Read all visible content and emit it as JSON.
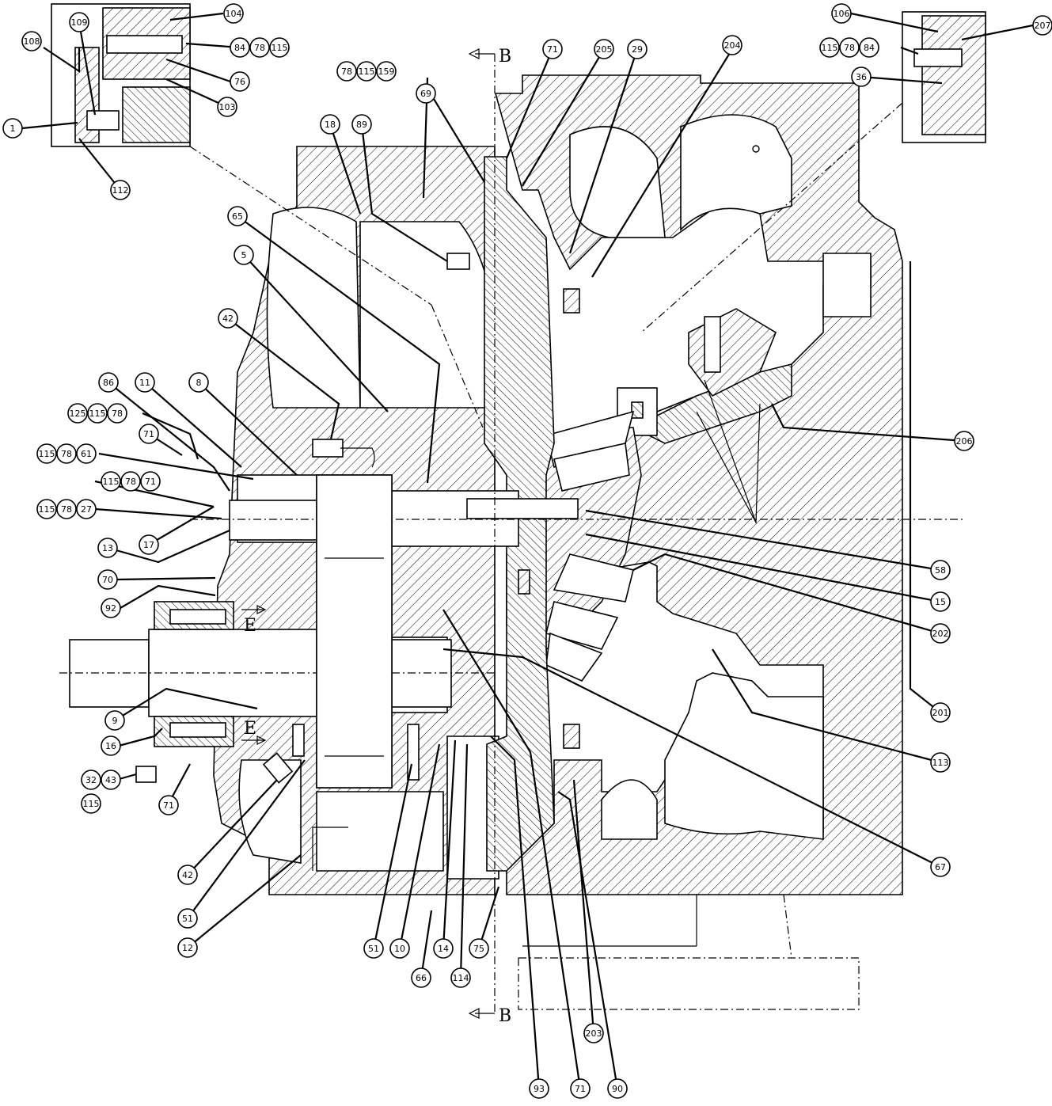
{
  "section_marks": {
    "top": "B",
    "bottom": "B",
    "upper_e": "E",
    "lower_e": "E"
  },
  "callouts": [
    {
      "id": "c1",
      "labels": [
        "1"
      ]
    },
    {
      "id": "c109",
      "labels": [
        "109"
      ]
    },
    {
      "id": "c108",
      "labels": [
        "108"
      ]
    },
    {
      "id": "c112",
      "labels": [
        "112"
      ]
    },
    {
      "id": "c104",
      "labels": [
        "104"
      ]
    },
    {
      "id": "c84a",
      "labels": [
        "84",
        "78",
        "115"
      ]
    },
    {
      "id": "c76",
      "labels": [
        "76"
      ]
    },
    {
      "id": "c103",
      "labels": [
        "103"
      ]
    },
    {
      "id": "c159",
      "labels": [
        "78",
        "115",
        "159"
      ]
    },
    {
      "id": "c71a",
      "labels": [
        "71"
      ]
    },
    {
      "id": "c205",
      "labels": [
        "205"
      ]
    },
    {
      "id": "c29",
      "labels": [
        "29"
      ]
    },
    {
      "id": "c204",
      "labels": [
        "204"
      ]
    },
    {
      "id": "c106",
      "labels": [
        "106"
      ]
    },
    {
      "id": "c207",
      "labels": [
        "207"
      ]
    },
    {
      "id": "c84b",
      "labels": [
        "115",
        "78",
        "84"
      ]
    },
    {
      "id": "c36",
      "labels": [
        "36"
      ]
    },
    {
      "id": "c69",
      "labels": [
        "69"
      ]
    },
    {
      "id": "c18",
      "labels": [
        "18"
      ]
    },
    {
      "id": "c89",
      "labels": [
        "89"
      ]
    },
    {
      "id": "c65",
      "labels": [
        "65"
      ]
    },
    {
      "id": "c5",
      "labels": [
        "5"
      ]
    },
    {
      "id": "c42a",
      "labels": [
        "42"
      ]
    },
    {
      "id": "c86",
      "labels": [
        "86"
      ]
    },
    {
      "id": "c11",
      "labels": [
        "11"
      ]
    },
    {
      "id": "c8",
      "labels": [
        "8"
      ]
    },
    {
      "id": "c125",
      "labels": [
        "125",
        "115",
        "78"
      ]
    },
    {
      "id": "c71b",
      "labels": [
        "71"
      ]
    },
    {
      "id": "c61",
      "labels": [
        "115",
        "78",
        "61"
      ]
    },
    {
      "id": "c71c",
      "labels": [
        "115",
        "78",
        "71"
      ]
    },
    {
      "id": "c27",
      "labels": [
        "115",
        "78",
        "27"
      ]
    },
    {
      "id": "c17",
      "labels": [
        "17"
      ]
    },
    {
      "id": "c13",
      "labels": [
        "13"
      ]
    },
    {
      "id": "c70",
      "labels": [
        "70"
      ]
    },
    {
      "id": "c92",
      "labels": [
        "92"
      ]
    },
    {
      "id": "c206",
      "labels": [
        "206"
      ]
    },
    {
      "id": "c58",
      "labels": [
        "58"
      ]
    },
    {
      "id": "c15",
      "labels": [
        "15"
      ]
    },
    {
      "id": "c202",
      "labels": [
        "202"
      ]
    },
    {
      "id": "c9",
      "labels": [
        "9"
      ]
    },
    {
      "id": "c16",
      "labels": [
        "16"
      ]
    },
    {
      "id": "c43",
      "labels": [
        "32",
        "43"
      ]
    },
    {
      "id": "c115",
      "labels": [
        "115"
      ]
    },
    {
      "id": "c71d",
      "labels": [
        "71"
      ]
    },
    {
      "id": "c201",
      "labels": [
        "201"
      ]
    },
    {
      "id": "c113",
      "labels": [
        "113"
      ]
    },
    {
      "id": "c67",
      "labels": [
        "67"
      ]
    },
    {
      "id": "c42b",
      "labels": [
        "42"
      ]
    },
    {
      "id": "c51a",
      "labels": [
        "51"
      ]
    },
    {
      "id": "c12",
      "labels": [
        "12"
      ]
    },
    {
      "id": "c51b",
      "labels": [
        "51"
      ]
    },
    {
      "id": "c10",
      "labels": [
        "10"
      ]
    },
    {
      "id": "c14",
      "labels": [
        "14"
      ]
    },
    {
      "id": "c66",
      "labels": [
        "66"
      ]
    },
    {
      "id": "c114",
      "labels": [
        "114"
      ]
    },
    {
      "id": "c75",
      "labels": [
        "75"
      ]
    },
    {
      "id": "c203",
      "labels": [
        "203"
      ]
    },
    {
      "id": "c93",
      "labels": [
        "93"
      ]
    },
    {
      "id": "c71e",
      "labels": [
        "71"
      ]
    },
    {
      "id": "c90",
      "labels": [
        "90"
      ]
    }
  ]
}
